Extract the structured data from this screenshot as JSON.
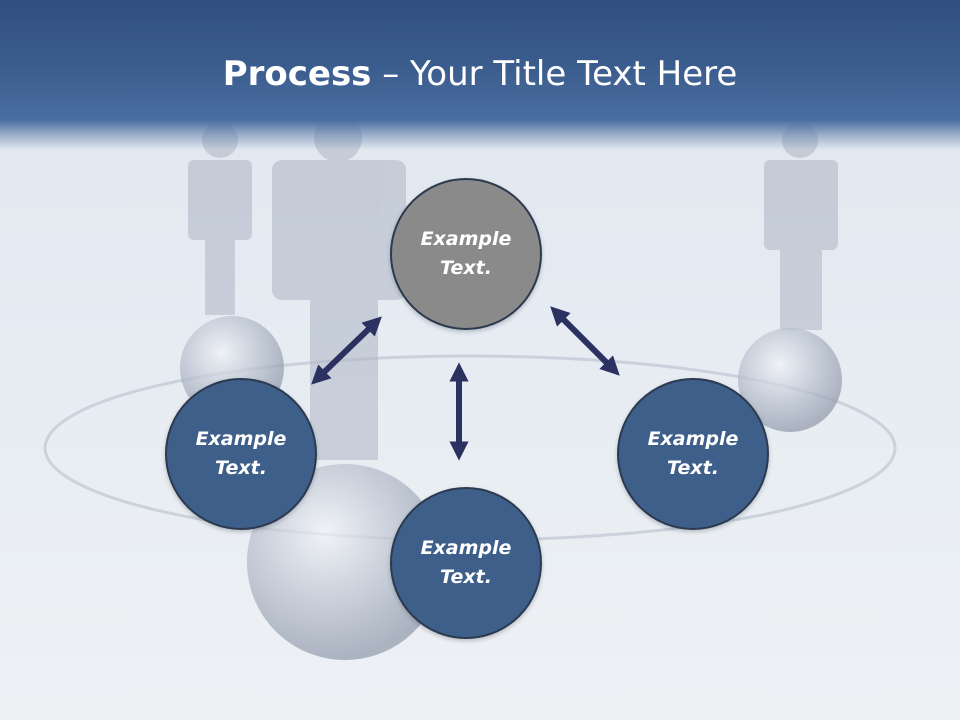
{
  "title": {
    "bold": "Process",
    "rest": " – Your Title Text Here"
  },
  "nodes": [
    {
      "id": "top",
      "text": "Example\nText.",
      "fill": "#8a8a8a"
    },
    {
      "id": "left",
      "text": "Example\nText.",
      "fill": "#3e5f8a"
    },
    {
      "id": "right",
      "text": "Example\nText.",
      "fill": "#3e5f8a"
    },
    {
      "id": "bottom",
      "text": "Example\nText.",
      "fill": "#3e5f8a"
    }
  ],
  "colors": {
    "title_bar": "#3b5d8e",
    "arrow": "#2b3160",
    "node_border": "#2c3a4f",
    "background": "#e9eef3"
  }
}
